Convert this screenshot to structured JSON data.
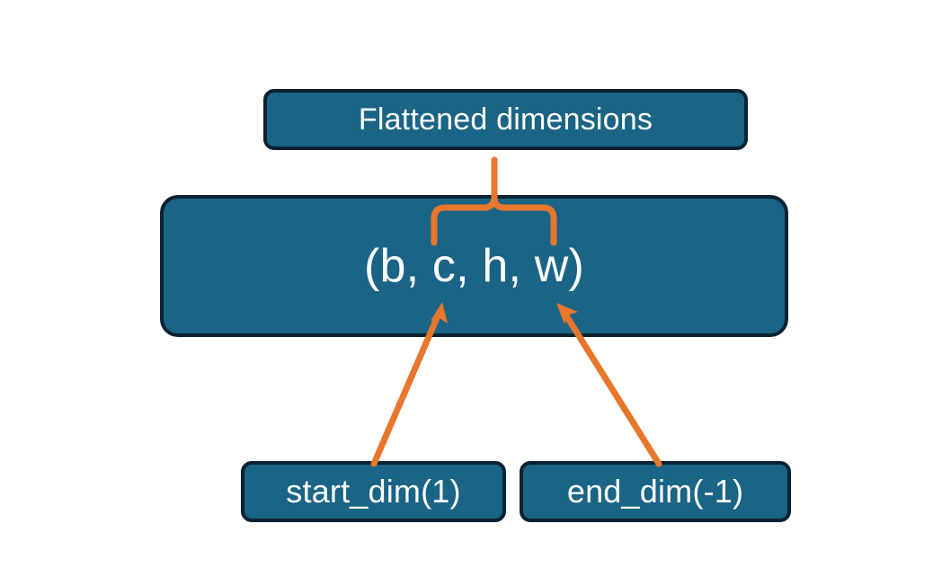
{
  "diagram": {
    "title_node": {
      "name": "flattened-dimensions",
      "label": "Flattened dimensions"
    },
    "tensor_node": {
      "name": "tensor-shape",
      "label": "(b, c, h, w)"
    },
    "param_nodes": [
      {
        "name": "start-dim",
        "label": "start_dim(1)"
      },
      {
        "name": "end_dim",
        "label": "end_dim(-1)"
      }
    ],
    "connectors": [
      {
        "name": "brace-connector",
        "type": "curly-brace",
        "from": "tensor-shape-dims-c-h-w",
        "to": "flattened-dimensions",
        "spans_dims": "c, h, w"
      },
      {
        "name": "start-dim-arrow",
        "type": "arrow",
        "from": "start-dim",
        "to": "tensor-shape-dim-c"
      },
      {
        "name": "end-dim-arrow",
        "type": "arrow",
        "from": "end_dim",
        "to": "tensor-shape-dim-w"
      }
    ],
    "colors": {
      "node_fill": "#1A6485",
      "node_border": "#0B2233",
      "node_text": "#FCFEFF",
      "connector": "#E8762C",
      "background": "#FFFFFF"
    }
  }
}
